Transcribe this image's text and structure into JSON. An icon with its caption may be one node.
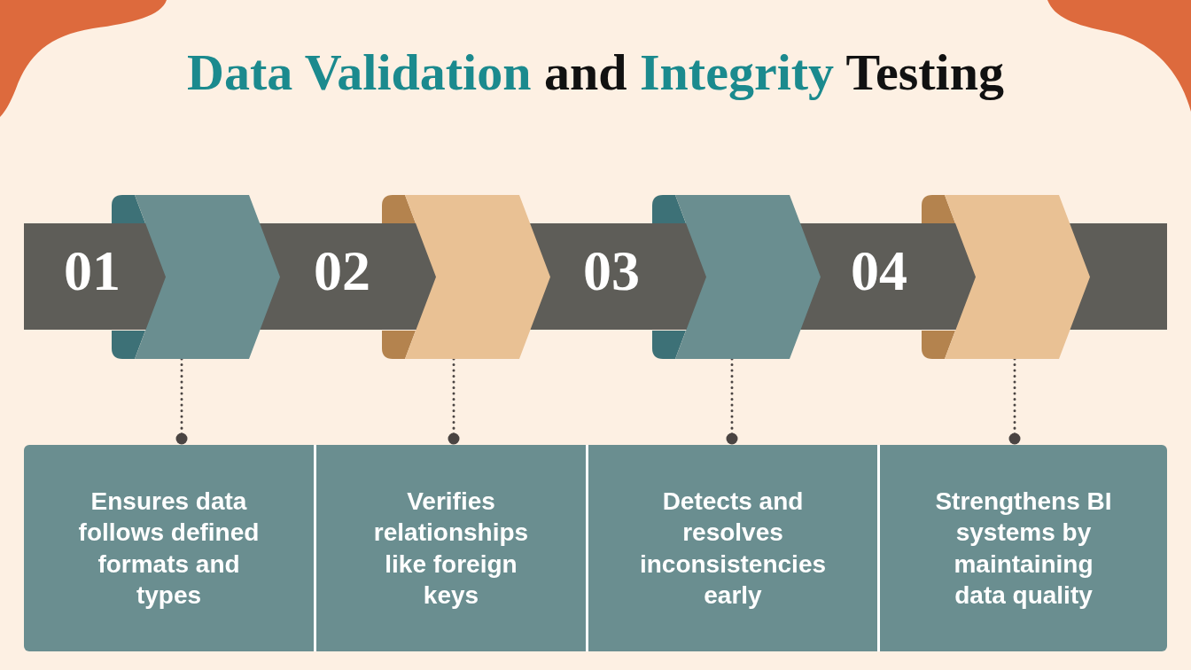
{
  "diagram": {
    "title": "Data Validation and Integrity Testing",
    "nodes": [
      {
        "text": [],
        "shape": "chevron",
        "beside": [
          "01"
        ]
      },
      {
        "text": [],
        "shape": "chevron",
        "beside": [
          "02"
        ]
      },
      {
        "text": [],
        "shape": "chevron",
        "beside": [
          "03"
        ]
      },
      {
        "text": [],
        "shape": "chevron",
        "beside": [
          "04"
        ]
      },
      {
        "text": [
          "Ensures data follows defined formats and types"
        ]
      },
      {
        "text": [
          "Verifies relationships like foreign keys"
        ]
      },
      {
        "text": [
          "Detects and resolves inconsistencies early"
        ]
      },
      {
        "text": [
          "Strengthens BI systems by maintaining data quality"
        ]
      }
    ],
    "edges": [
      {
        "from": 0,
        "to": 4,
        "arrow": "other",
        "style": "dashed"
      },
      {
        "from": 1,
        "to": 5,
        "arrow": "other",
        "style": "dashed"
      },
      {
        "from": 2,
        "to": 6,
        "arrow": "other",
        "style": "dashed"
      },
      {
        "from": 3,
        "to": 7,
        "arrow": "other",
        "style": "dashed"
      }
    ]
  }
}
